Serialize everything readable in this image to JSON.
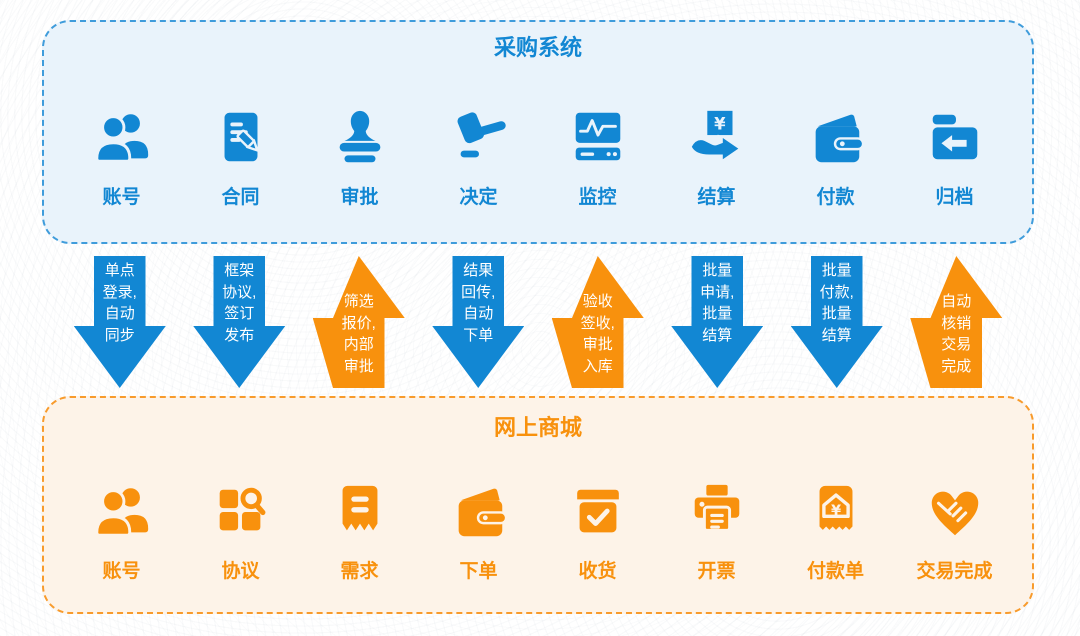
{
  "colors": {
    "blue": "#1287d3",
    "blue_panel_bg": "#e9f3fb",
    "blue_panel_border": "#3f9cdb",
    "orange": "#f8910d",
    "orange_panel_bg": "#fdf3e8",
    "orange_panel_border": "#f89b2c",
    "arrow_text": "#ffffff"
  },
  "top_system": {
    "title": "采购系统",
    "items": [
      {
        "label": "账号",
        "icon": "users-icon"
      },
      {
        "label": "合同",
        "icon": "contract-edit-icon"
      },
      {
        "label": "审批",
        "icon": "stamp-icon"
      },
      {
        "label": "决定",
        "icon": "gavel-icon"
      },
      {
        "label": "监控",
        "icon": "monitor-pulse-icon"
      },
      {
        "label": "结算",
        "icon": "hand-receipt-icon"
      },
      {
        "label": "付款",
        "icon": "wallet-icon"
      },
      {
        "label": "归档",
        "icon": "archive-folder-icon"
      }
    ]
  },
  "flows": [
    {
      "direction": "down",
      "color": "blue",
      "text": "单点\n登录,\n自动\n同步"
    },
    {
      "direction": "down",
      "color": "blue",
      "text": "框架\n协议,\n签订\n发布"
    },
    {
      "direction": "up",
      "color": "orange",
      "text": "筛选\n报价,\n内部\n审批"
    },
    {
      "direction": "down",
      "color": "blue",
      "text": "结果\n回传,\n自动\n下单"
    },
    {
      "direction": "up",
      "color": "orange",
      "text": "验收\n签收,\n审批\n入库"
    },
    {
      "direction": "down",
      "color": "blue",
      "text": "批量\n申请,\n批量\n结算"
    },
    {
      "direction": "down",
      "color": "blue",
      "text": "批量\n付款,\n批量\n结算"
    },
    {
      "direction": "up",
      "color": "orange",
      "text": "自动\n核销\n交易\n完成"
    }
  ],
  "bottom_system": {
    "title": "网上商城",
    "items": [
      {
        "label": "账号",
        "icon": "users-icon"
      },
      {
        "label": "协议",
        "icon": "agreement-search-icon"
      },
      {
        "label": "需求",
        "icon": "demand-ticket-icon"
      },
      {
        "label": "下单",
        "icon": "order-wallet-icon"
      },
      {
        "label": "收货",
        "icon": "receive-box-icon"
      },
      {
        "label": "开票",
        "icon": "invoice-printer-icon"
      },
      {
        "label": "付款单",
        "icon": "payment-receipt-icon"
      },
      {
        "label": "交易完成",
        "icon": "deal-handshake-icon"
      }
    ]
  }
}
